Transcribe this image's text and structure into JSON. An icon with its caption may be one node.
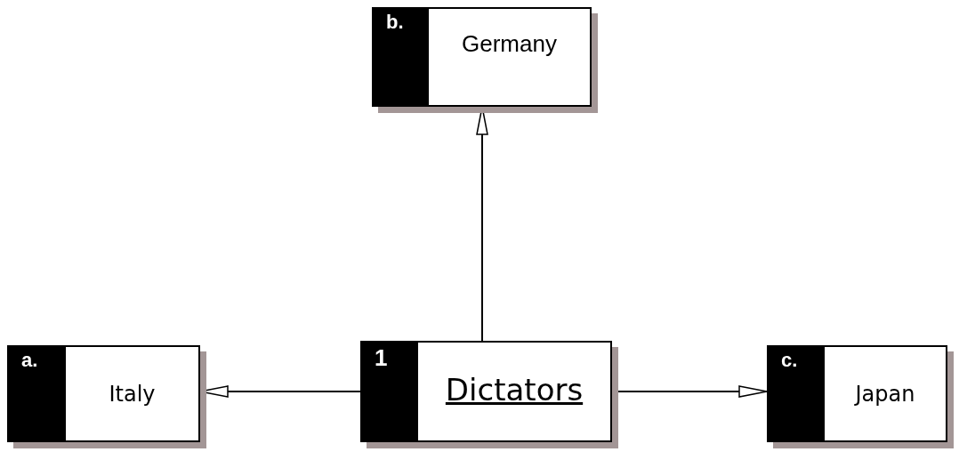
{
  "diagram": {
    "nodes": [
      {
        "text": [
          "b.",
          "Germany"
        ]
      },
      {
        "text": [
          "a.",
          "Italy"
        ]
      },
      {
        "text": [
          "1",
          "Dictators"
        ]
      },
      {
        "text": [
          "c.",
          "Japan"
        ]
      }
    ],
    "edges": [
      {
        "from": 2,
        "to": 0,
        "arrow": "to"
      },
      {
        "from": 2,
        "to": 1,
        "arrow": "to"
      },
      {
        "from": 2,
        "to": 3,
        "arrow": "to"
      }
    ]
  }
}
